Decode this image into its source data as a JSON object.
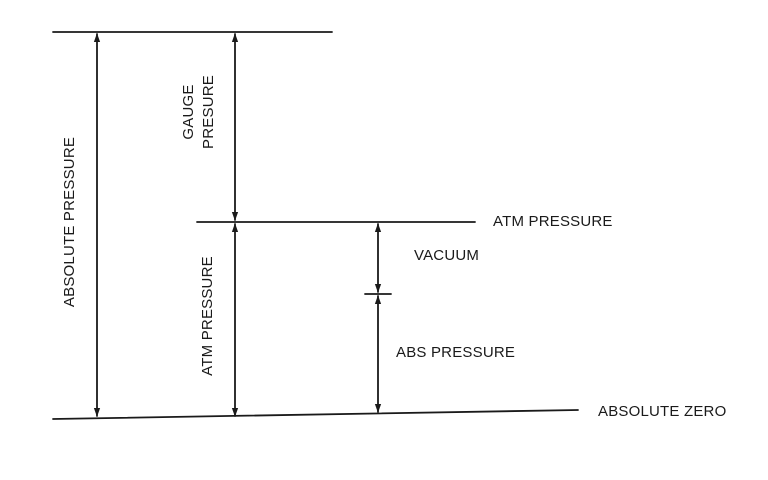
{
  "labels": {
    "absolute_pressure": "ABSOLUTE PRESSURE",
    "gauge_line1": "GAUGE",
    "gauge_line2": "PRESURE",
    "atm_pressure_vertical": "ATM PRESSURE",
    "atm_pressure_level": "ATM PRESSURE",
    "vacuum": "VACUUM",
    "abs_pressure": "ABS PRESSURE",
    "absolute_zero": "ABSOLUTE ZERO"
  },
  "colors": {
    "ink": "#1a1a1a",
    "background": "#ffffff"
  }
}
